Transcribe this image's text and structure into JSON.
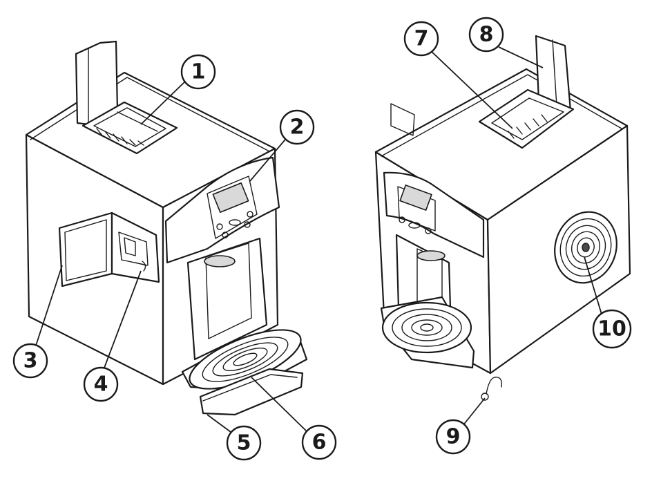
{
  "callouts": [
    {
      "label": "1"
    },
    {
      "label": "2"
    },
    {
      "label": "3"
    },
    {
      "label": "4"
    },
    {
      "label": "5"
    },
    {
      "label": "6"
    },
    {
      "label": "7"
    },
    {
      "label": "8"
    },
    {
      "label": "9"
    },
    {
      "label": "10"
    }
  ]
}
